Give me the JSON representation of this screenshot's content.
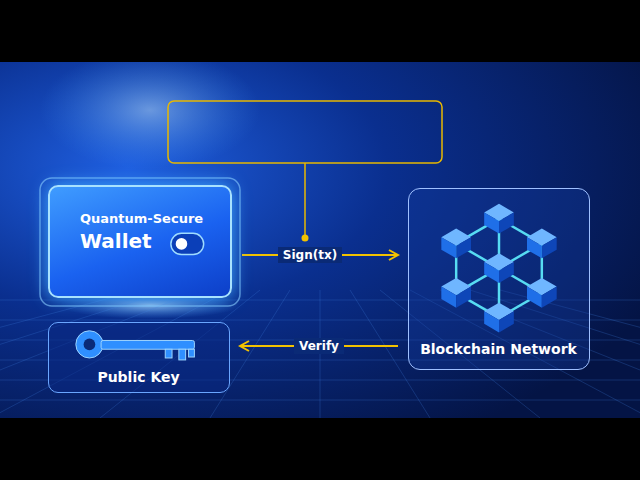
{
  "diagram": {
    "nodes": [
      {
        "text": [
          "Quantum-Secure",
          "Wallet"
        ]
      },
      {
        "text": [
          "Blockchain Network"
        ]
      },
      {
        "text": [
          "Public Key"
        ]
      }
    ],
    "edges": [
      {
        "from": 0,
        "to": 1,
        "label": "Sign(tx)",
        "arrow": "to"
      },
      {
        "from": 1,
        "to": 2,
        "label": "Verify",
        "arrow": "to"
      }
    ]
  }
}
